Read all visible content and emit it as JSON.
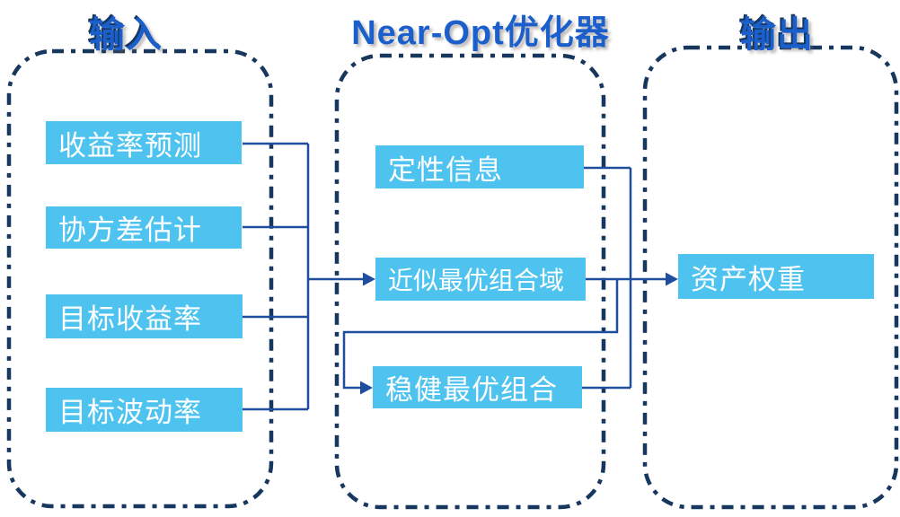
{
  "diagram": {
    "columns": [
      {
        "title": "输入",
        "boxes": [
          {
            "label": "收益率预测"
          },
          {
            "label": "协方差估计"
          },
          {
            "label": "目标收益率"
          },
          {
            "label": "目标波动率"
          }
        ]
      },
      {
        "title": "Near-Opt优化器",
        "boxes": [
          {
            "label": "定性信息"
          },
          {
            "label": "近似最优组合域"
          },
          {
            "label": "稳健最优组合"
          }
        ]
      },
      {
        "title": "输出",
        "boxes": [
          {
            "label": "资产权重"
          }
        ]
      }
    ],
    "edges": [
      {
        "from": "收益率预测",
        "to": "近似最优组合域"
      },
      {
        "from": "协方差估计",
        "to": "近似最优组合域"
      },
      {
        "from": "目标收益率",
        "to": "近似最优组合域"
      },
      {
        "from": "目标波动率",
        "to": "近似最优组合域"
      },
      {
        "from": "近似最优组合域",
        "to": "稳健最优组合"
      },
      {
        "from": "定性信息",
        "to": "资产权重"
      },
      {
        "from": "近似最优组合域",
        "to": "资产权重"
      },
      {
        "from": "稳健最优组合",
        "to": "资产权重"
      }
    ],
    "colors": {
      "node_fill": "#4EC3EF",
      "node_text": "#FFFFFF",
      "connector": "#1F4E9E",
      "dashed_border": "#17375E",
      "title_text": "#1A5FCC"
    }
  }
}
